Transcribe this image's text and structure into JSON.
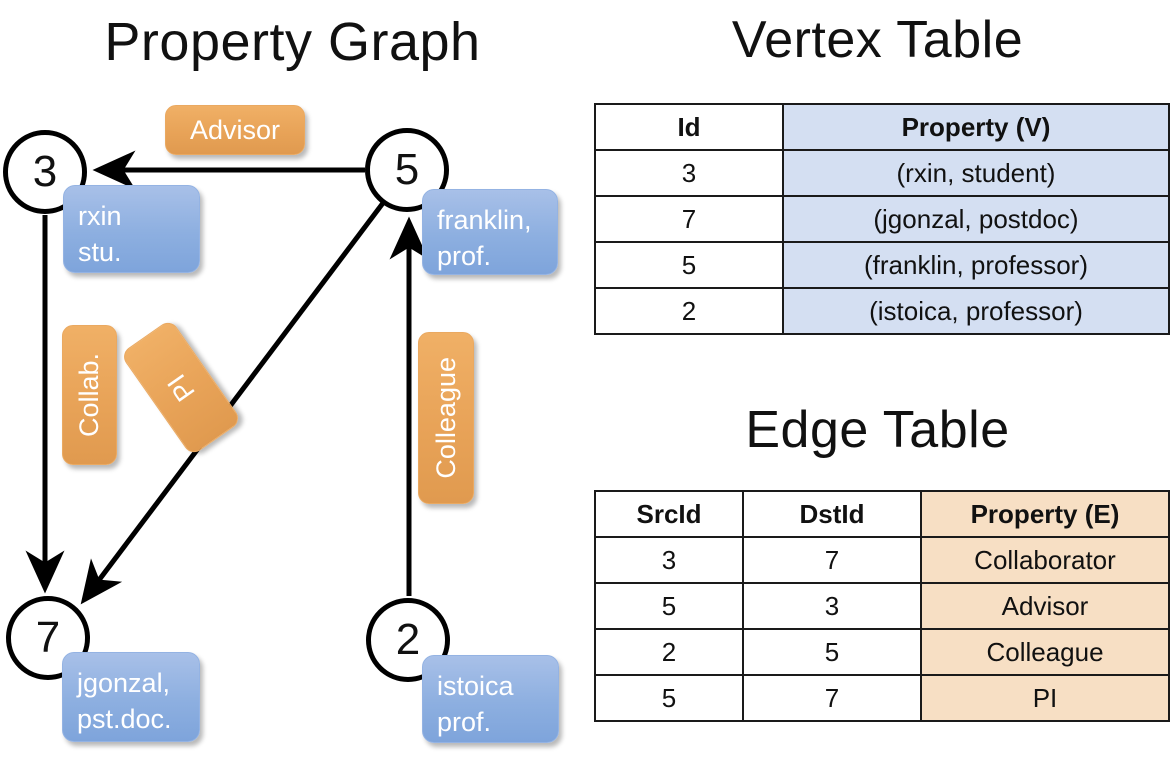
{
  "titles": {
    "property_graph": "Property Graph",
    "vertex_table": "Vertex Table",
    "edge_table": "Edge Table"
  },
  "graph": {
    "vertices": [
      {
        "id": "3",
        "property_label": "rxin\nstu."
      },
      {
        "id": "5",
        "property_label": "franklin,\nprof."
      },
      {
        "id": "7",
        "property_label": "jgonzal,\npst.doc."
      },
      {
        "id": "2",
        "property_label": "istoica\nprof."
      }
    ],
    "vertex_labels": {
      "v3": "3",
      "v5": "5",
      "v7": "7",
      "v2": "2"
    },
    "property_boxes": {
      "rxin_line1": "rxin",
      "rxin_line2": "stu.",
      "franklin_line1": "franklin,",
      "franklin_line2": "prof.",
      "jgonzal_line1": "jgonzal,",
      "jgonzal_line2": "pst.doc.",
      "istoica_line1": "istoica",
      "istoica_line2": "prof."
    },
    "edge_labels": {
      "advisor": "Advisor",
      "collab": "Collab.",
      "pi": "PI",
      "colleague": "Colleague"
    },
    "edges": [
      {
        "from": "5",
        "to": "3",
        "label": "Advisor"
      },
      {
        "from": "3",
        "to": "7",
        "label": "Collab."
      },
      {
        "from": "5",
        "to": "7",
        "label": "PI"
      },
      {
        "from": "2",
        "to": "5",
        "label": "Colleague"
      }
    ]
  },
  "vertex_table": {
    "columns": [
      "Id",
      "Property (V)"
    ],
    "rows": [
      {
        "id": "3",
        "property": "(rxin, student)"
      },
      {
        "id": "7",
        "property": "(jgonzal, postdoc)"
      },
      {
        "id": "5",
        "property": "(franklin, professor)"
      },
      {
        "id": "2",
        "property": "(istoica, professor)"
      }
    ]
  },
  "edge_table": {
    "columns": [
      "SrcId",
      "DstId",
      "Property (E)"
    ],
    "rows": [
      {
        "src": "3",
        "dst": "7",
        "property": "Collaborator"
      },
      {
        "src": "5",
        "dst": "3",
        "property": "Advisor"
      },
      {
        "src": "2",
        "dst": "5",
        "property": "Colleague"
      },
      {
        "src": "5",
        "dst": "7",
        "property": "PI"
      }
    ]
  },
  "colors": {
    "vertex_property_fill": "#8dafe0",
    "edge_property_fill": "#e8a358",
    "vertex_table_highlight": "#d4dff2",
    "edge_table_highlight": "#f7dfc4",
    "stroke": "#000000"
  }
}
